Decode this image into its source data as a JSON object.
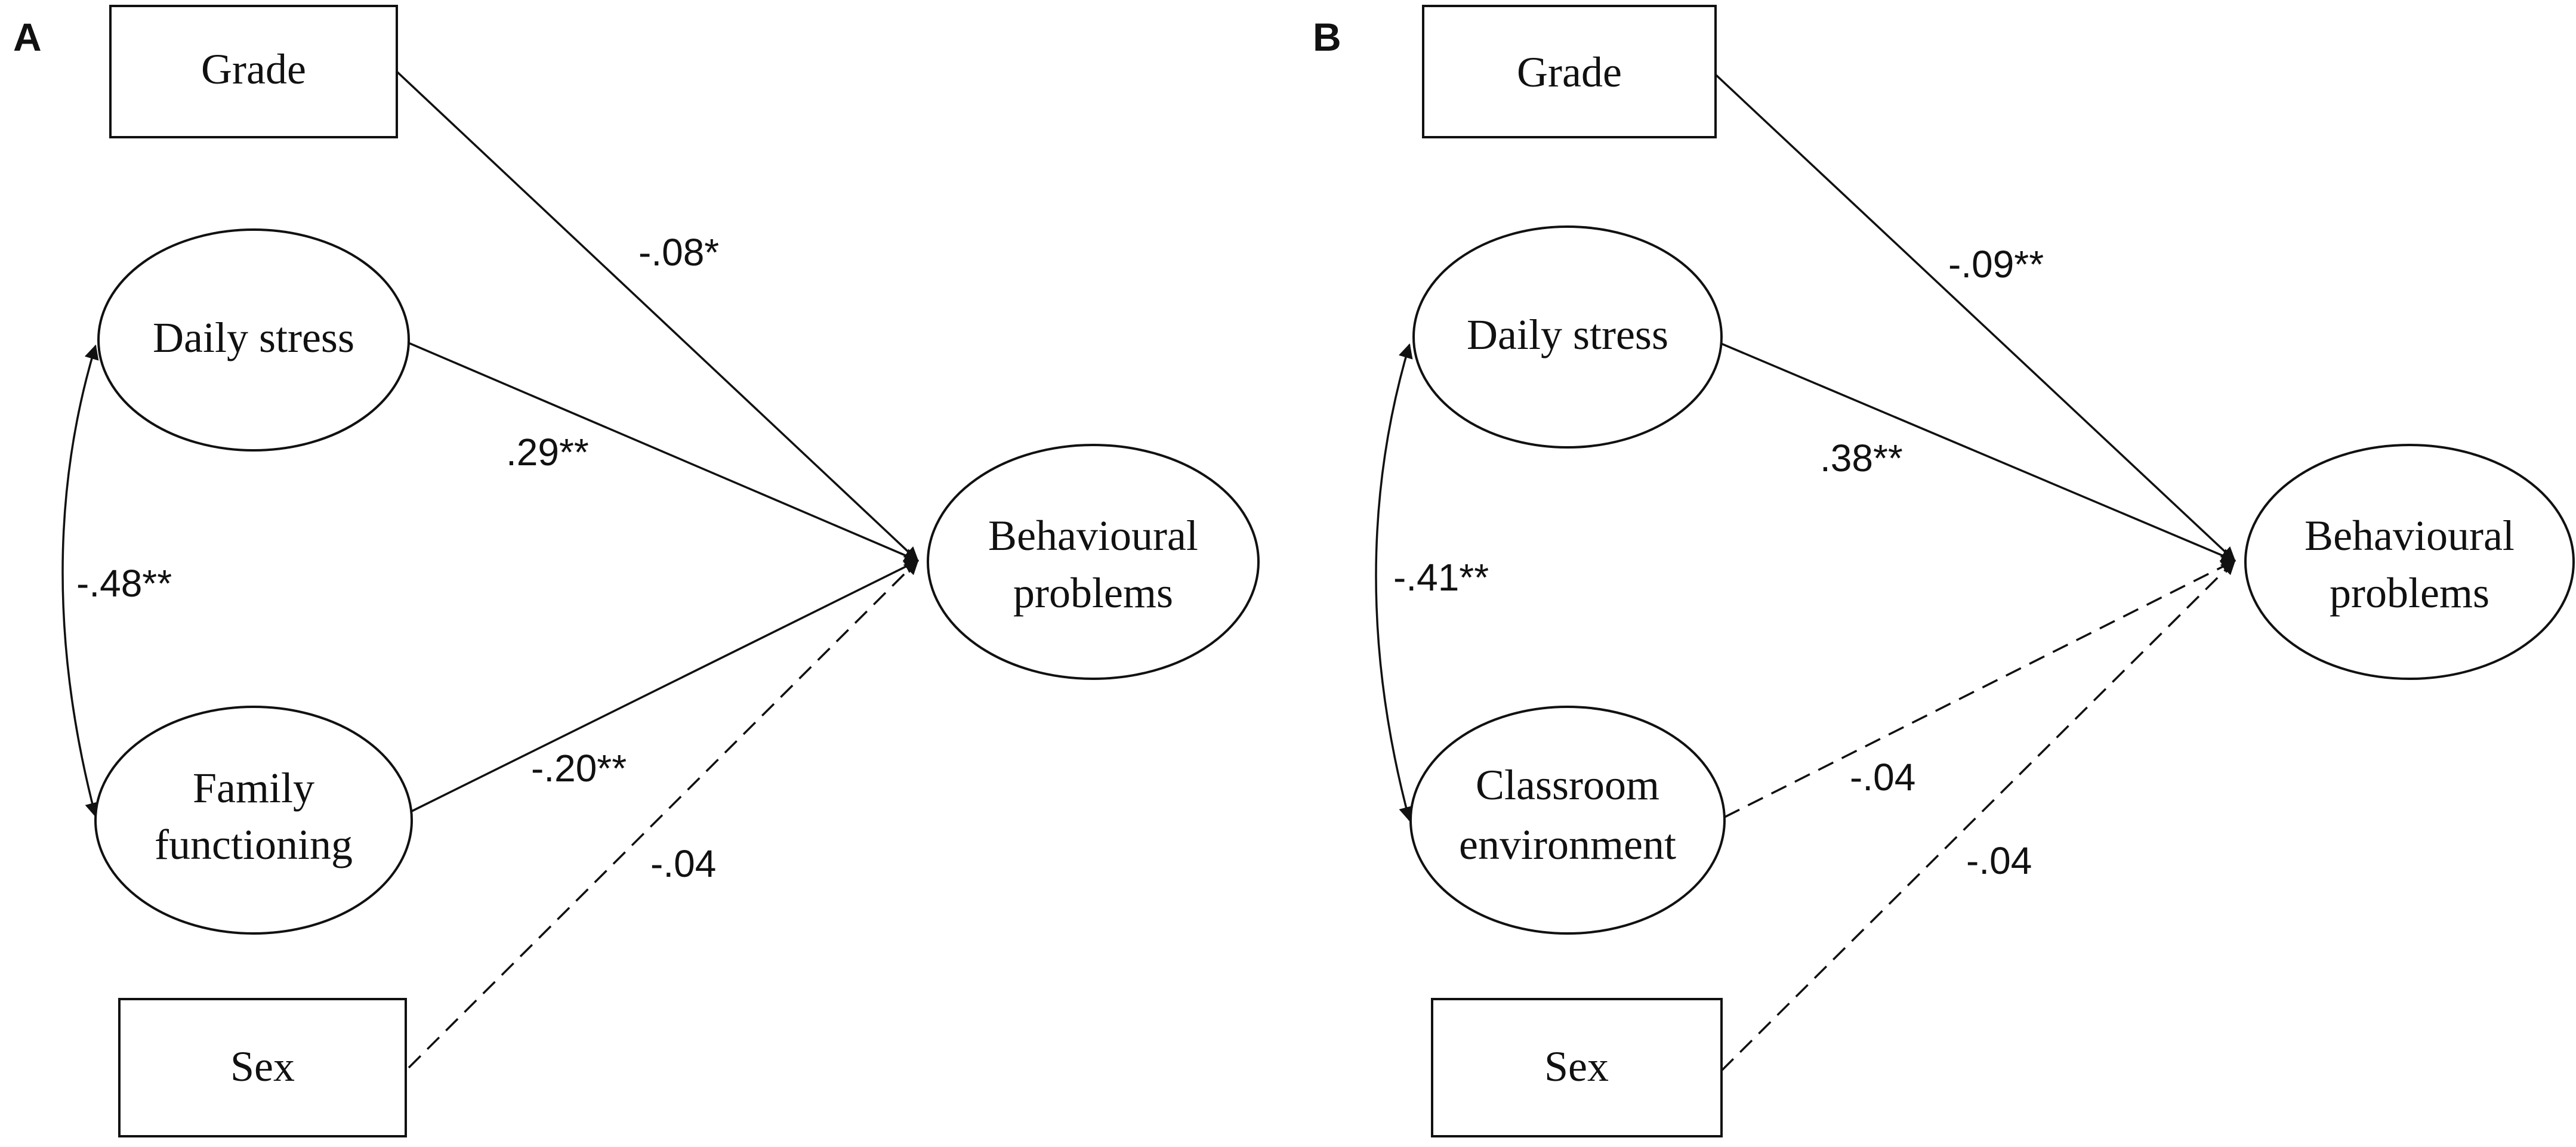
{
  "panel_a": {
    "label": "A",
    "nodes": {
      "grade": [
        "Grade"
      ],
      "daily_stress": [
        "Daily stress"
      ],
      "family_functioning": [
        "Family",
        "functioning"
      ],
      "sex": [
        "Sex"
      ],
      "outcome": [
        "Behavioural",
        "problems"
      ]
    },
    "coefficients": {
      "grade_path": "-.08*",
      "stress_path": ".29**",
      "family_path": "-.20**",
      "sex_path": "-.04",
      "correlation": "-.48**"
    }
  },
  "panel_b": {
    "label": "B",
    "nodes": {
      "grade": [
        "Grade"
      ],
      "daily_stress": [
        "Daily stress"
      ],
      "classroom_environment": [
        "Classroom",
        "environment"
      ],
      "sex": [
        "Sex"
      ],
      "outcome": [
        "Behavioural",
        "problems"
      ]
    },
    "coefficients": {
      "grade_path": "-.09**",
      "stress_path": ".38**",
      "classroom_path": "-.04",
      "sex_path": "-.04",
      "correlation": "-.41**"
    }
  }
}
